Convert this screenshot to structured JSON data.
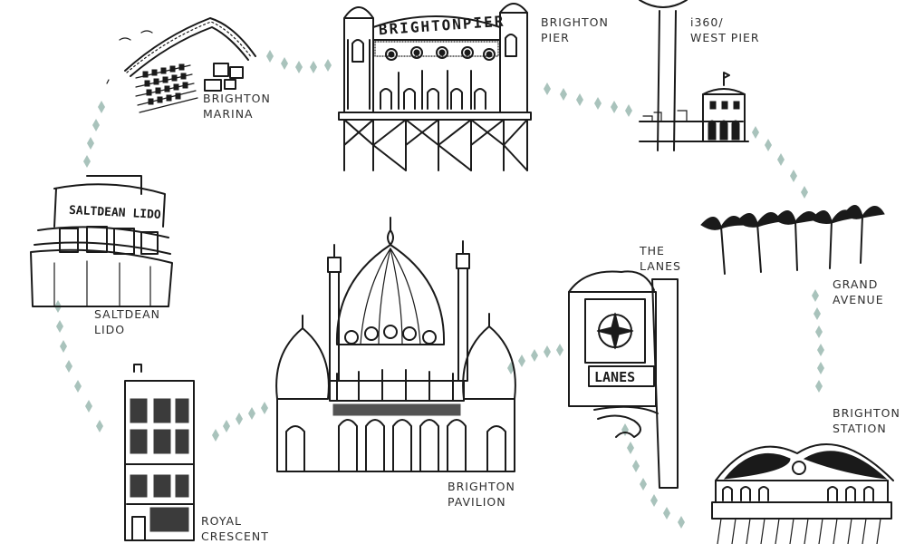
{
  "landmarks": [
    {
      "id": "brighton-marina",
      "lines": [
        "BRIGHTON",
        "MARINA"
      ]
    },
    {
      "id": "brighton-pier",
      "lines": [
        "BRIGHTON",
        "PIER"
      ]
    },
    {
      "id": "i360-west-pier",
      "lines": [
        "i360/",
        "WEST PIER"
      ]
    },
    {
      "id": "saltdean-lido",
      "lines": [
        "SALTDEAN",
        "LIDO"
      ]
    },
    {
      "id": "the-lanes",
      "lines": [
        "THE",
        "LANES"
      ]
    },
    {
      "id": "grand-avenue",
      "lines": [
        "GRAND",
        "AVENUE"
      ]
    },
    {
      "id": "brighton-pavilion",
      "lines": [
        "BRIGHTON",
        "PAVILION"
      ]
    },
    {
      "id": "brighton-station",
      "lines": [
        "BRIGHTON",
        "STATION"
      ]
    },
    {
      "id": "royal-crescent",
      "lines": [
        "ROYAL",
        "CRESCENT"
      ]
    }
  ],
  "signage": {
    "pier_sign": "BRIGHTONPIER",
    "lido_sign": "SALTDEAN LIDO",
    "lanes_sign": "LANES"
  },
  "colors": {
    "ink": "#1a1a1a",
    "route_dots": "#a9c3bc",
    "label_text": "#2e2e2e",
    "background": "#ffffff"
  }
}
